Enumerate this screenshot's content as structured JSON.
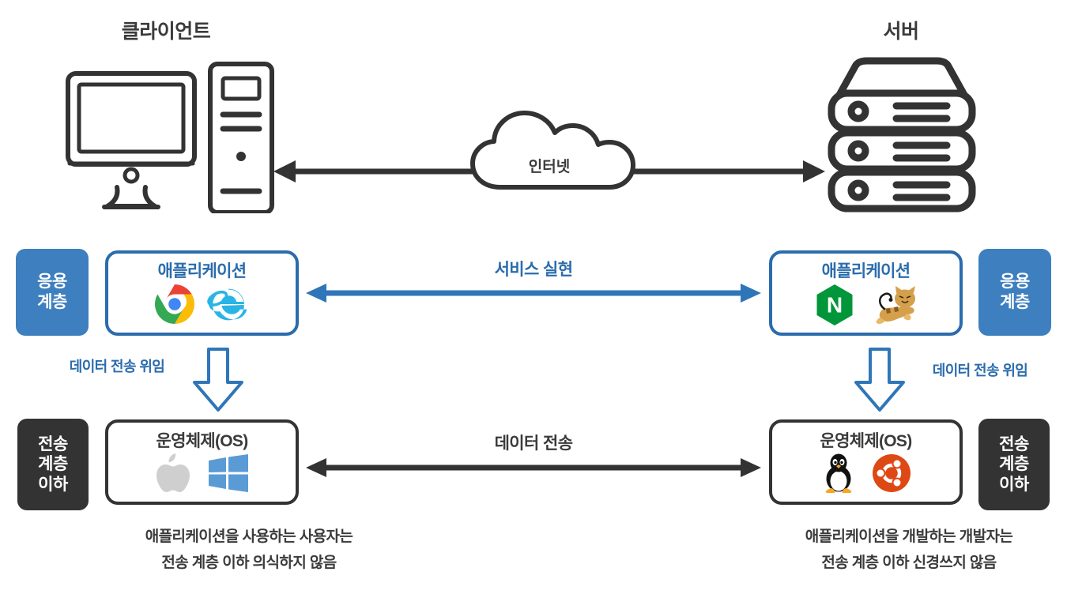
{
  "diagram": {
    "nodes": {
      "client_title": "클라이언트",
      "server_title": "서버",
      "cloud_label": "인터넷"
    },
    "client": {
      "app_badge": "응용\n계층",
      "app_box_title": "애플리케이션",
      "app_logos": [
        "chrome-logo",
        "internet-explorer-logo"
      ],
      "os_badge": "전송\n계층\n이하",
      "os_box_title": "운영체제(OS)",
      "os_logos": [
        "apple-logo",
        "windows-logo"
      ],
      "delegate_label": "데이터 전송 위임",
      "caption": "애플리케이션을 사용하는 사용자는\n전송 계층 이하 의식하지 않음"
    },
    "server": {
      "app_badge": "응용\n계층",
      "app_box_title": "애플리케이션",
      "app_logos": [
        "nginx-logo",
        "tomcat-logo"
      ],
      "os_badge": "전송\n계층\n이하",
      "os_box_title": "운영체제(OS)",
      "os_logos": [
        "linux-tux-logo",
        "ubuntu-logo"
      ],
      "delegate_label": "데이터 전송 위임",
      "caption": "애플리케이션을 개발하는 개발자는\n전송 계층 이하 신경쓰지 않음"
    },
    "connections": {
      "service_label": "서비스 실현",
      "data_label": "데이터 전송"
    },
    "colors": {
      "app_blue": "#3d7fbf",
      "app_border_blue": "#2b6cac",
      "transport_dark": "#333333",
      "line_dark": "#3b3b3b",
      "chrome_red": "#ea4335",
      "chrome_green": "#34a853",
      "chrome_yellow": "#fbbc05",
      "chrome_blue": "#4285f4",
      "ie_blue": "#29b4e6",
      "nginx_green": "#009639",
      "tomcat_tan": "#d4a04c",
      "ubuntu_orange": "#dd4814",
      "windows_blue": "#5a9bd5",
      "apple_gray": "#cfcfcf"
    }
  }
}
